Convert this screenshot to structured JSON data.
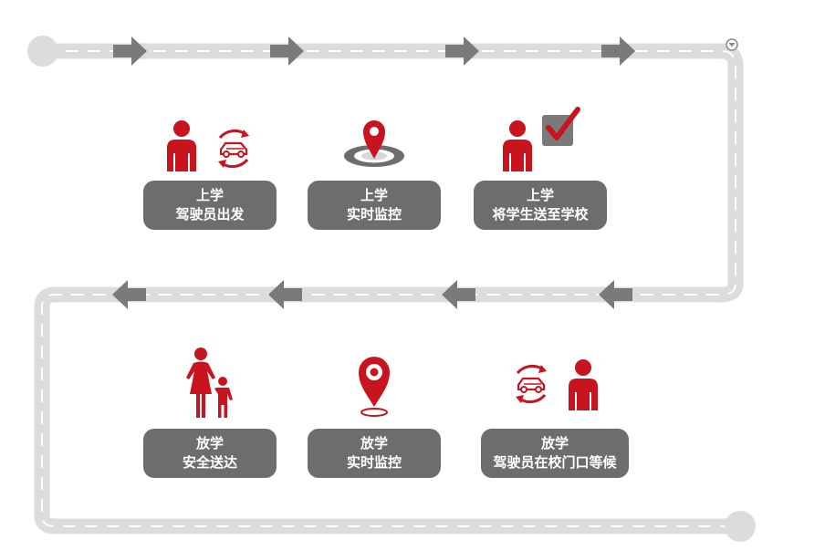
{
  "colors": {
    "accent": "#c8141e",
    "label_bg": "#6d6d6d",
    "road": "#dcdcdc",
    "arrow": "#7a7a7a"
  },
  "steps": [
    {
      "line1": "上学",
      "line2": "驾驶员出发",
      "icons": [
        "person-icon",
        "car-cycle-icon"
      ]
    },
    {
      "line1": "上学",
      "line2": "实时监控",
      "icons": [
        "location-ground-pin-icon"
      ]
    },
    {
      "line1": "上学",
      "line2": "将学生送至学校",
      "icons": [
        "person-icon",
        "check-box-icon"
      ]
    },
    {
      "line1": "放学",
      "line2": "安全送达",
      "icons": [
        "parent-child-icon"
      ]
    },
    {
      "line1": "放学",
      "line2": "实时监控",
      "icons": [
        "location-pin-icon"
      ]
    },
    {
      "line1": "放学",
      "line2": "驾驶员在校门口等候",
      "icons": [
        "car-cycle-icon",
        "person-icon"
      ]
    }
  ]
}
